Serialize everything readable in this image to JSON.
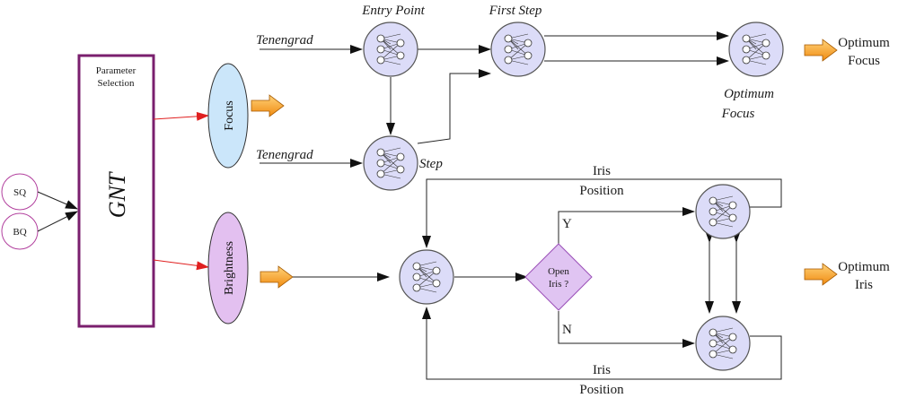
{
  "inputs": {
    "sq": "SQ",
    "bq": "BQ"
  },
  "gnt": {
    "header_line1": "Parameter",
    "header_line2": "Selection",
    "title": "GNT"
  },
  "focus_node": {
    "label": "Focus"
  },
  "brightness_node": {
    "label": "Brightness"
  },
  "labels": {
    "tenengrad_top": "Tenengrad",
    "tenengrad_bottom": "Tenengrad",
    "entry_point": "Entry Point",
    "first_step": "First Step",
    "step": "Step",
    "optimum_focus_italic_1": "Optimum",
    "optimum_focus_italic_2": "Focus",
    "iris_position_top_1": "Iris",
    "iris_position_top_2": "Position",
    "iris_position_bottom_1": "Iris",
    "iris_position_bottom_2": "Position",
    "yes": "Y",
    "no": "N"
  },
  "decision": {
    "line1": "Open",
    "line2": "Iris ?"
  },
  "outputs": {
    "focus_line1": "Optimum",
    "focus_line2": "Focus",
    "iris_line1": "Optimum",
    "iris_line2": "Iris"
  },
  "colors": {
    "gnt_border": "#7a1f6e",
    "input_circle": "#b2409e",
    "focus_fill": "#cbe6fa",
    "brightness_fill": "#e3c0f0",
    "neuron_fill": "#dcdcf8",
    "decision_fill": "#e0c4f2",
    "output_arrow": "#f5951f",
    "red_link": "#e02020"
  }
}
